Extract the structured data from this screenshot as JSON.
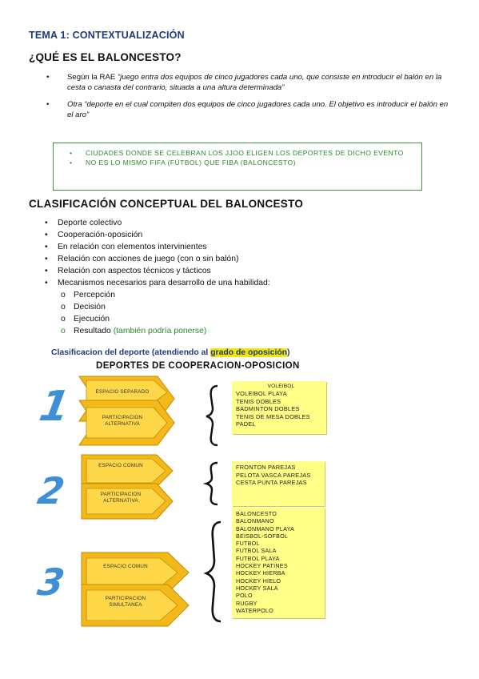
{
  "headings": {
    "tema": "TEMA 1: CONTEXTUALIZACIÓN",
    "que_es": "¿QUÉ ES EL BALONCESTO?",
    "clasificacion": "CLASIFICACIÓN CONCEPTUAL DEL BALONCESTO"
  },
  "definitions": [
    {
      "prefix": "Según la RAE ",
      "text": "“juego entra dos equipos de cinco jugadores cada uno, que consiste en introducir el balón en la cesta o canasta del contrario, situada a una altura determinada”"
    },
    {
      "prefix": "",
      "text": "Otra “deporte en el cual compiten dos equipos de cinco jugadores cada uno. El objetivo es introducir el balón en el aro”"
    }
  ],
  "notes": [
    "CIUDADES DONDE SE CELEBRAN LOS JJOO ELIGEN LOS DEPORTES DE DICHO EVENTO",
    "NO ES LO MISMO FIFA (FÚTBOL) QUE FIBA (BALONCESTO)"
  ],
  "classification": [
    "Deporte colectivo",
    "Cooperación-oposición",
    "En relación con elementos intervinientes",
    "Relación con acciones de juego (con o sin balón)",
    "Relación con aspectos técnicos y tácticos",
    "Mecanismos necesarios para desarrollo de una habilidad:"
  ],
  "mechanisms": [
    "Percepción",
    "Decisión",
    "Ejecución",
    "Resultado"
  ],
  "mechanism_note": "(también podría ponerse)",
  "figure": {
    "caption_start": "Clasificacion del deporte (atendiendo al ",
    "caption_highlight": "grado de oposición",
    "caption_end": ")",
    "title": "DEPORTES DE COOPERACION-OPOSICION",
    "groups": [
      {
        "number": "1",
        "labels": [
          "ESPACIO SEPARADO",
          "PARTICIPACION ALTERNATIVA"
        ],
        "sports_header": "VOLEIBOL",
        "sports": [
          "VOLEIBOL PLAYA",
          "TENIS DOBLES",
          "BADMINTON DOBLES",
          "TENIS DE MESA DOBLES",
          "PADEL"
        ]
      },
      {
        "number": "2",
        "labels": [
          "ESPACIO COMUN",
          "PARTICIPACION ALTERNATIVA"
        ],
        "sports_header": "",
        "sports": [
          "FRONTON PAREJAS",
          "PELOTA VASCA PAREJAS",
          "CESTA PUNTA PAREJAS"
        ]
      },
      {
        "number": "3",
        "labels": [
          "ESPACIO COMUN",
          "PARTICIPACION SIMULTANEA"
        ],
        "sports_header": "",
        "sports": [
          "BALONCESTO",
          "BALONMANO",
          "BALONMANO PLAYA",
          "BEISBOL-SOFBOL",
          "FUTBOL",
          "FUTBOL SALA",
          "FUTBOL PLAYA",
          "HOCKEY PATINES",
          "HOCKEY HIERBA",
          "HOCKEY HIELO",
          "HOCKEY SALA",
          "POLO",
          "RUGBY",
          "WATERPOLO"
        ]
      }
    ],
    "colors": {
      "arrow_fill": "#f7c21a",
      "arrow_inner": "#ffd84a",
      "number_blue": "#3e8fd6",
      "note_yellow": "#ffff88"
    }
  }
}
